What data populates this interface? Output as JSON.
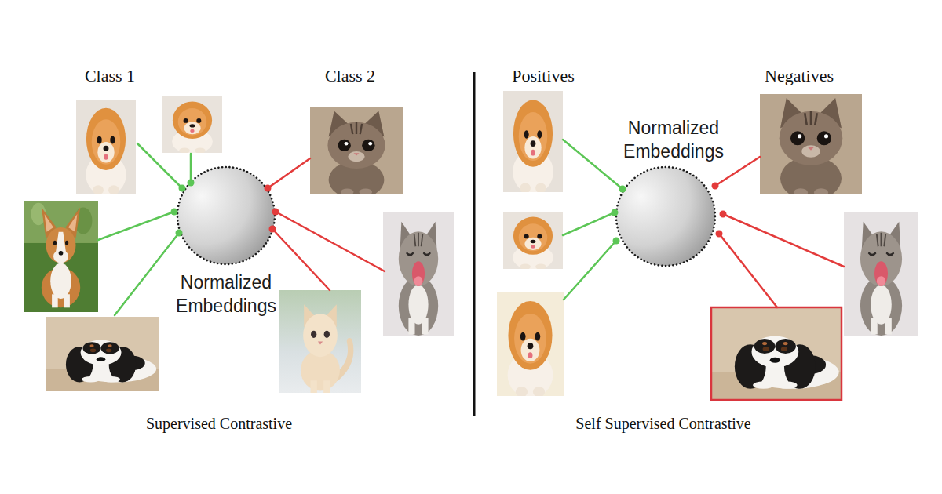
{
  "diagram": {
    "nodes": [
      {
        "text": [
          "Normalized Embeddings"
        ]
      },
      {
        "text": [
          "Normalized Embeddings"
        ]
      }
    ],
    "labels": [
      "Class 1",
      "Class 2",
      "Supervised Contrastive",
      "Positives",
      "Negatives",
      "Self Supervised Contrastive"
    ]
  }
}
